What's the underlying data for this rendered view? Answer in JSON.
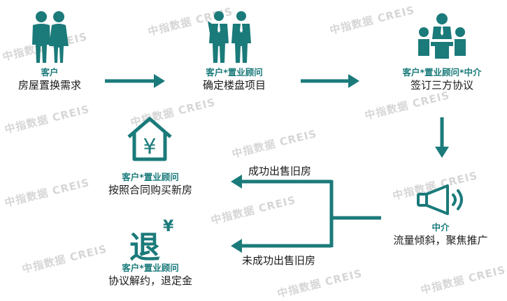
{
  "watermark": "中指数据 CREIS",
  "colors": {
    "teal": "#1b7a7a",
    "text": "#1a1a1a",
    "watermark": "#d6d6d6"
  },
  "nodes": {
    "n1": {
      "role": "客户",
      "desc": "房屋置换需求",
      "icon": "couple-icon"
    },
    "n2": {
      "role": "客户*置业顾问",
      "desc": "确定楼盘项目",
      "icon": "two-people-icon"
    },
    "n3": {
      "role": "客户*置业顾问*中介",
      "desc": "签订三方协议",
      "icon": "meeting-icon"
    },
    "n4": {
      "role": "中介",
      "desc": "流量倾斜，聚焦推广",
      "icon": "megaphone-icon"
    },
    "n5": {
      "role": "客户*置业顾问",
      "desc": "按照合同购买新房",
      "icon": "house-yuan-icon"
    },
    "n6": {
      "role": "客户*置业顾问",
      "desc": "协议解约，退定金",
      "icon": "refund-icon"
    }
  },
  "edges": {
    "sold": "成功出售旧房",
    "unsold": "未成功出售旧房"
  },
  "icon_text": {
    "yuan": "¥",
    "refund_char": "退"
  }
}
